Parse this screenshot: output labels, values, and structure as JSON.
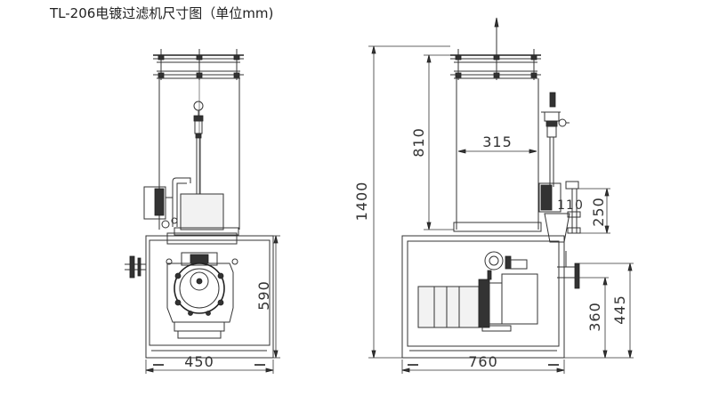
{
  "title": "TL-206电镀过滤机尺寸图（单位mm)",
  "dimensions": {
    "front_width": "450",
    "front_height": "590",
    "side_total_height": "1400",
    "side_tank_height": "810",
    "side_tank_diameter": "315",
    "side_width": "760",
    "side_inlet_height": "360",
    "side_outlet_height": "445",
    "side_box_height": "250",
    "side_small": "110"
  }
}
